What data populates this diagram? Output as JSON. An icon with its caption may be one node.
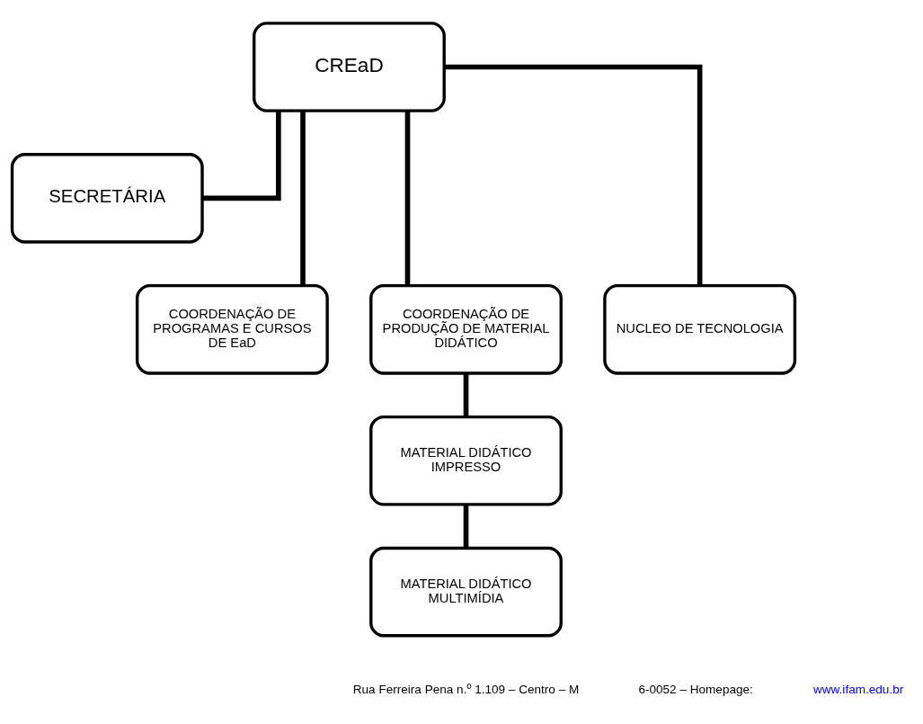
{
  "diagram": {
    "nodes": [
      {
        "text": [
          "CREaD"
        ]
      },
      {
        "text": [
          "SECRETÁRIA"
        ]
      },
      {
        "text": [
          "COORDENAÇÃO DE PROGRAMAS E CURSOS DE EaD"
        ]
      },
      {
        "text": [
          "COORDENAÇÃO DE PRODUÇÃO DE MATERIAL DIDÁTICO"
        ]
      },
      {
        "text": [
          "NUCLEO DE TECNOLOGIA"
        ]
      },
      {
        "text": [
          "MATERIAL DIDÁTICO IMPRESSO"
        ]
      },
      {
        "text": [
          "MATERIAL DIDÁTICO MULTIMÍDIA"
        ]
      }
    ],
    "edges": [
      {
        "from": 0,
        "to": 1,
        "arrow": "none"
      },
      {
        "from": 0,
        "to": 2,
        "arrow": "none"
      },
      {
        "from": 0,
        "to": 3,
        "arrow": "none"
      },
      {
        "from": 0,
        "to": 4,
        "arrow": "none"
      },
      {
        "from": 3,
        "to": 5,
        "arrow": "none"
      },
      {
        "from": 5,
        "to": 6,
        "arrow": "none"
      }
    ],
    "labels": [
      "Rua Ferreira Pena n.º 1.109 – Centro – M",
      "6-0052 – Homepage:",
      "www.ifam.edu.br"
    ]
  }
}
